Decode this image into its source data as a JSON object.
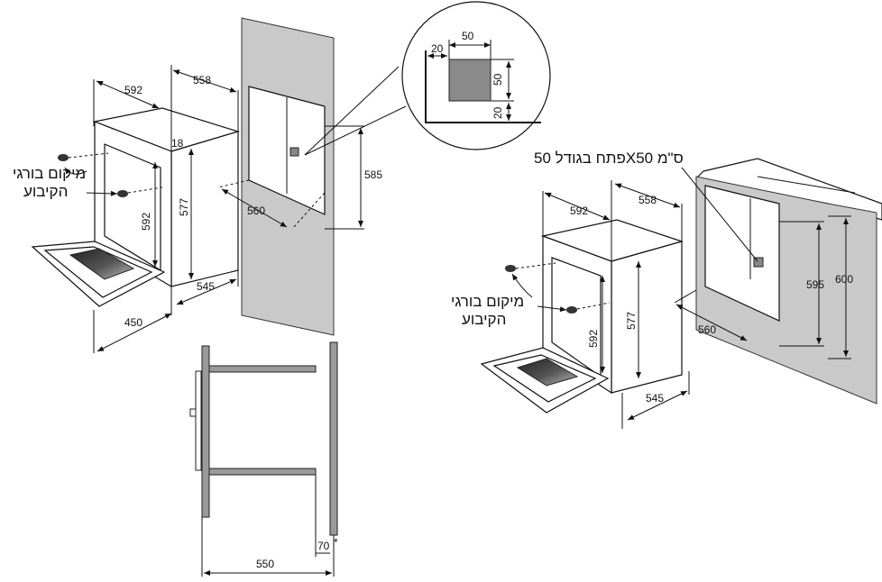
{
  "left_view": {
    "dims": {
      "width_front": "592",
      "depth_top": "558",
      "panel": "18",
      "height_body": "577",
      "height_front": "592",
      "niche_height": "585",
      "niche_width": "560",
      "depth_bottom": "545",
      "door": "450"
    },
    "screw_label_line1": "מיקום בורגי",
    "screw_label_line2": "הקיבוע"
  },
  "inset": {
    "size_w": "50",
    "size_h": "50",
    "offset_x": "20",
    "offset_y": "20"
  },
  "right_view": {
    "opening_label": "פתח בגודל 50X50 ס\"מ",
    "dims": {
      "width_front": "592",
      "depth_top": "558",
      "height_body": "577",
      "height_front": "592",
      "niche_inner": "595",
      "niche_outer": "600",
      "niche_width": "560",
      "depth_bottom": "545"
    },
    "screw_label_line1": "מיקום בורגי",
    "screw_label_line2": "הקיבוע"
  },
  "section_view": {
    "depth": "550",
    "gap": "70",
    "asterisk": "*"
  }
}
